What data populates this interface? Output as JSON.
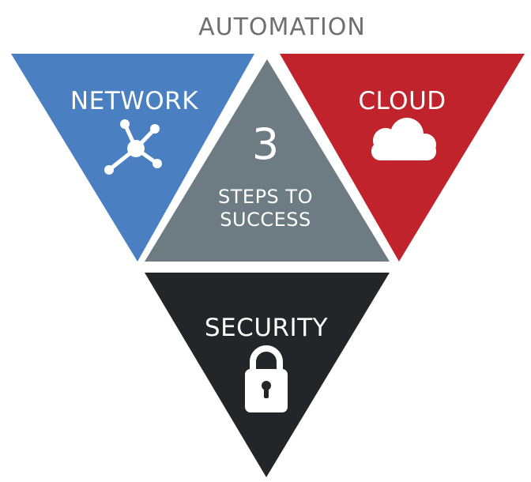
{
  "title": "AUTOMATION",
  "segments": {
    "network": {
      "label": "NETWORK",
      "color": "#4a7fc1",
      "icon": "network-hub-icon"
    },
    "cloud": {
      "label": "CLOUD",
      "color": "#c0232b",
      "icon": "cloud-icon"
    },
    "security": {
      "label": "SECURITY",
      "color": "#232528",
      "icon": "padlock-icon"
    },
    "center": {
      "number": "3",
      "line1": "STEPS TO",
      "line2": "SUCCESS",
      "color": "#6d7b83"
    }
  }
}
